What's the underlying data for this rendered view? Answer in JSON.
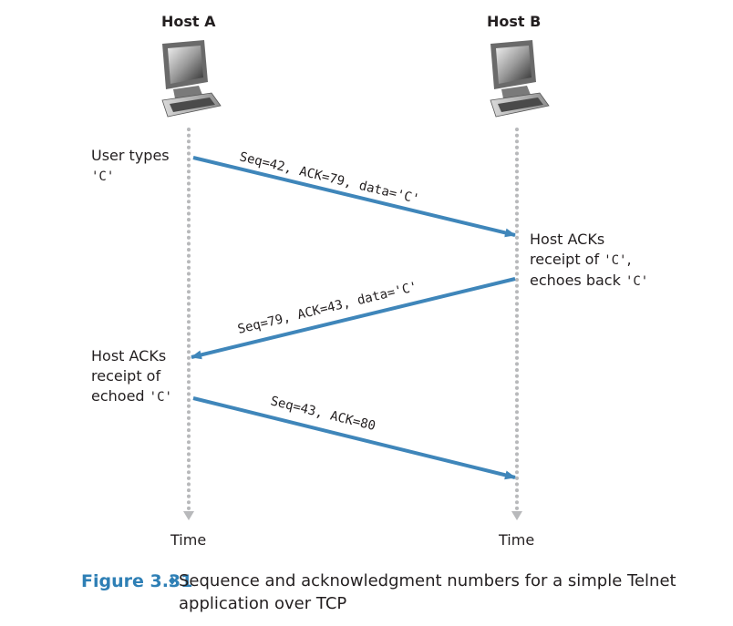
{
  "hosts": {
    "a": {
      "title": "Host A",
      "time_label": "Time"
    },
    "b": {
      "title": "Host B",
      "time_label": "Time"
    }
  },
  "annotations": {
    "a_user_types": "User types",
    "a_user_types_char": "'C'",
    "b_host_acks": "Host ACKs",
    "b_receipt_of": "receipt of ",
    "b_receipt_char": "'C'",
    "b_receipt_comma": ",",
    "b_echoes_back": "echoes back ",
    "b_echoes_char": "'C'",
    "a_host_acks": "Host ACKs",
    "a_receipt_of": "receipt of",
    "a_echoed": "echoed ",
    "a_echoed_char": "'C'"
  },
  "messages": [
    {
      "label": "Seq=42, ACK=79, data='C'"
    },
    {
      "label": "Seq=79, ACK=43, data='C'"
    },
    {
      "label": "Seq=43, ACK=80"
    }
  ],
  "caption": {
    "figure": "Figure 3.31",
    "bullet": "♦",
    "text": "Sequence and acknowledgment numbers for a simple Telnet application over TCP"
  },
  "colors": {
    "arrow": "#3f86ba",
    "timeline": "#b8b9bb",
    "accent": "#2e7fb5"
  }
}
